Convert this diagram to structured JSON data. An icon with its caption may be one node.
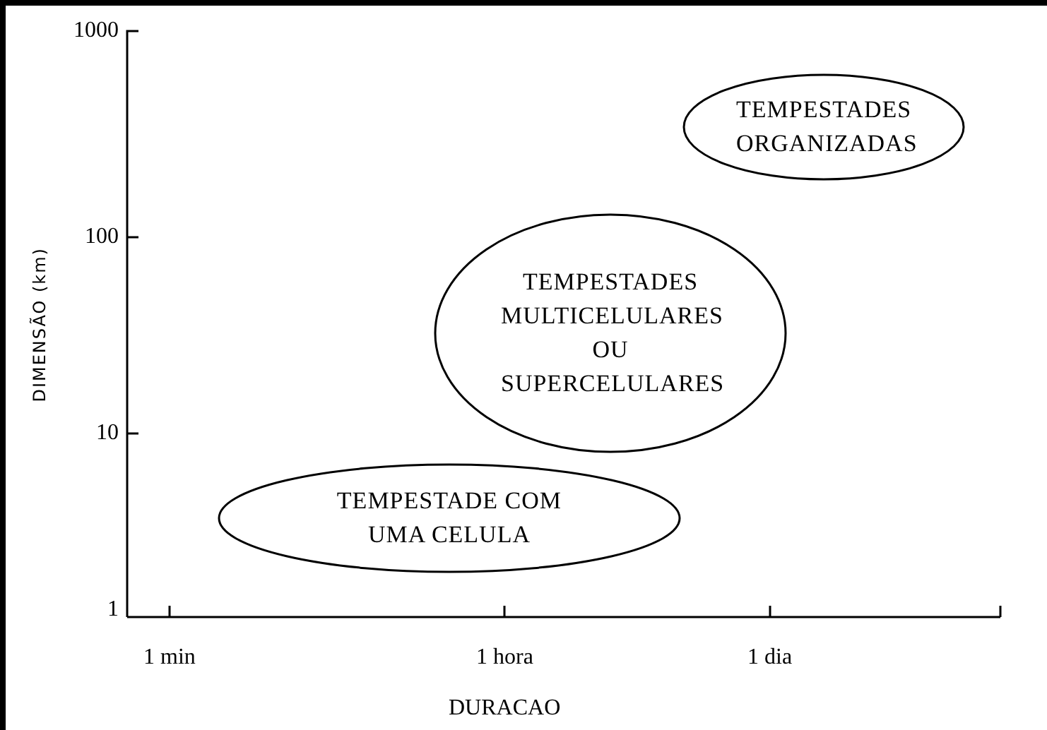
{
  "diagram": {
    "nodes": [
      {
        "text": [
          "TEMPESTADES ORGANIZADAS"
        ]
      },
      {
        "text": [
          "TEMPESTADES MULTICELULARES OU SUPERCELULARES"
        ]
      },
      {
        "text": [
          "TEMPESTADE COM UMA CELULA"
        ]
      }
    ],
    "labels": [
      "1000",
      "100",
      "DIMENSÃO (km)",
      "10",
      "1",
      "1 min",
      "1 hora",
      "1 dia",
      "DURACAO"
    ]
  }
}
